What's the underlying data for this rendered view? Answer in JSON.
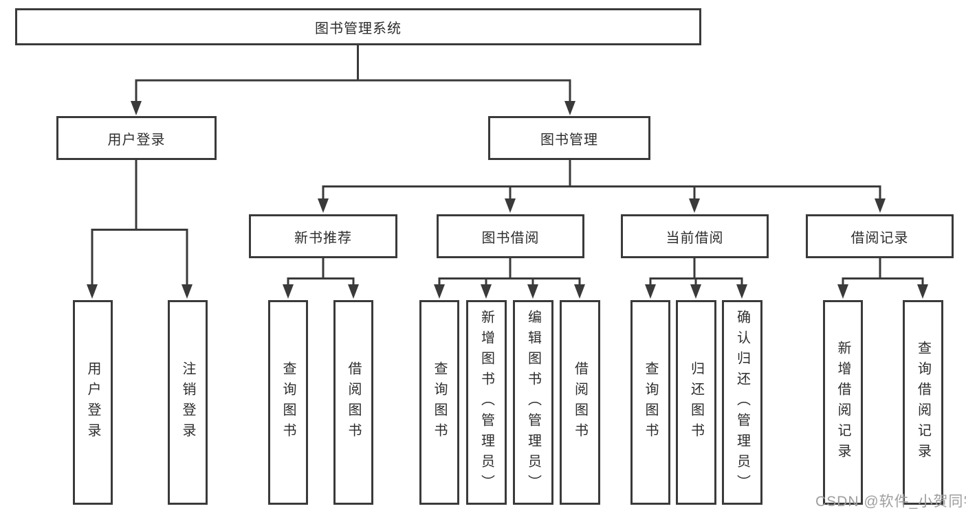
{
  "colors": {
    "line": "#3a3a3a",
    "text": "#2d2d2d",
    "watermark": "#9e9e9e",
    "background": "#ffffff"
  },
  "tree": {
    "label": "图书管理系统",
    "children": [
      {
        "label": "用户登录",
        "children": [
          {
            "label": "用户登录"
          },
          {
            "label": "注销登录"
          }
        ]
      },
      {
        "label": "图书管理",
        "children": [
          {
            "label": "新书推荐",
            "children": [
              {
                "label": "查询图书"
              },
              {
                "label": "借阅图书"
              }
            ]
          },
          {
            "label": "图书借阅",
            "children": [
              {
                "label": "查询图书"
              },
              {
                "label": "新增图书（管理员）"
              },
              {
                "label": "编辑图书（管理员）"
              },
              {
                "label": "借阅图书"
              }
            ]
          },
          {
            "label": "当前借阅",
            "children": [
              {
                "label": "查询图书"
              },
              {
                "label": "归还图书"
              },
              {
                "label": "确认归还（管理员）"
              }
            ]
          },
          {
            "label": "借阅记录",
            "children": [
              {
                "label": "新增借阅记录"
              },
              {
                "label": "查询借阅记录"
              }
            ]
          }
        ]
      }
    ]
  },
  "watermark": {
    "text": "CSDN @软件_小贺同学"
  }
}
